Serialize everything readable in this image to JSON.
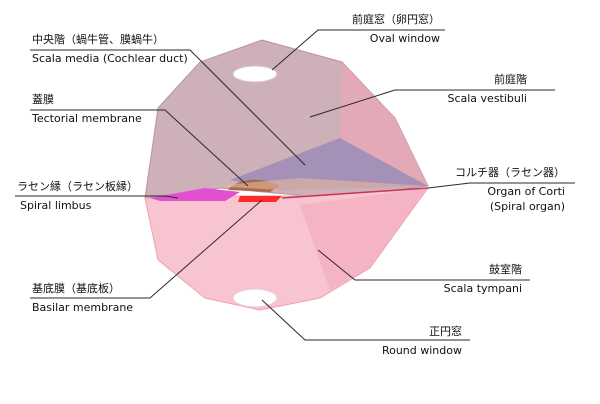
{
  "labels": {
    "scala_media": {
      "ja": "中央階（蝸牛管、膜蝸牛）",
      "en": "Scala media (Cochlear duct)"
    },
    "tectorial": {
      "ja": "蓋膜",
      "en": "Tectorial membrane"
    },
    "spiral_limbus": {
      "ja": "ラセン縁（ラセン板縁）",
      "en": "Spiral limbus"
    },
    "basilar": {
      "ja": "基底膜（基底板）",
      "en": "Basilar membrane"
    },
    "oval_window": {
      "ja": "前庭窓（卵円窓）",
      "en": "Oval window"
    },
    "scala_vestibuli": {
      "ja": "前庭階",
      "en": "Scala vestibuli"
    },
    "organ_of_corti": {
      "ja": "コルチ器（ラセン器）",
      "en": "Organ of Corti",
      "en2": "(Spiral organ)"
    },
    "scala_tympani": {
      "ja": "鼓室階",
      "en": "Scala tympani"
    },
    "round_window": {
      "ja": "正円窓",
      "en": "Round window"
    }
  },
  "colors": {
    "vestibuli_fill": "#c9a7b0",
    "tympani_fill": "#f5bcc8",
    "media_fill": "#9c8db5",
    "basilar_red": "#ff2a2a",
    "limbus_magenta": "#e050d0",
    "tectorial_brown": "#a86a4a"
  }
}
